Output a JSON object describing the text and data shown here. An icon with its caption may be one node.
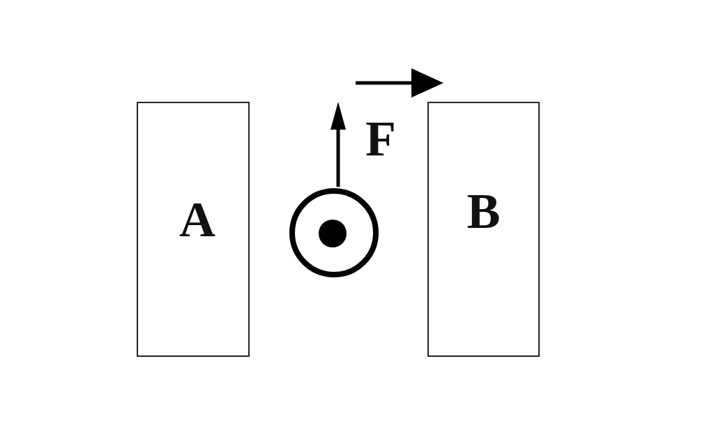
{
  "diagram": {
    "nodes": [
      {
        "text": [
          "A"
        ]
      },
      {
        "text": [
          "B"
        ]
      }
    ],
    "labels": [
      "F"
    ]
  }
}
